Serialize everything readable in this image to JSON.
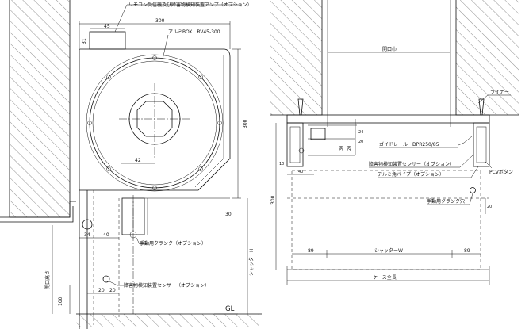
{
  "left_view": {
    "callouts": {
      "remote_receiver_amp": "リモコン受信機及び障害物検知装置アンプ（オプション）",
      "alumi_box": "アルミBOX　RV45-300",
      "hand_crank": "手動用クランク（オプション）",
      "obstacle_sensor": "障害物検知装置センサー（オプション）"
    },
    "dims": {
      "top_width": "300",
      "receiver_width": "45",
      "receiver_height": "31",
      "box_height": "300",
      "shaft_offset": "42",
      "crank_height": "30",
      "rail_34": "34",
      "rail_40": "40",
      "sensor_100": "100",
      "sensor_20a": "20",
      "sensor_20b": "20",
      "opening_height": "開口高さ",
      "shutter_h": "シャッターH",
      "gl": "GL"
    }
  },
  "right_view": {
    "callouts": {
      "opening_width": "開口巾",
      "liner": "ライナー",
      "guide_rail": "ガイドレール　DPR250/85",
      "obstacle_sensor": "障害物検知装置センサー（オプション）",
      "alumi_pipe": "アルミ角パイプ（オプション）",
      "pcv_button": "PCVボタン",
      "crank_hole": "手動用クランク穴"
    },
    "dims": {
      "d24": "24",
      "d20": "20",
      "d30": "30",
      "d40": "40",
      "d10": "10",
      "d300": "300",
      "d20r": "20",
      "d89l": "89",
      "d89r": "89",
      "shutter_w": "シャッターW",
      "case_width": "ケース全長"
    }
  }
}
